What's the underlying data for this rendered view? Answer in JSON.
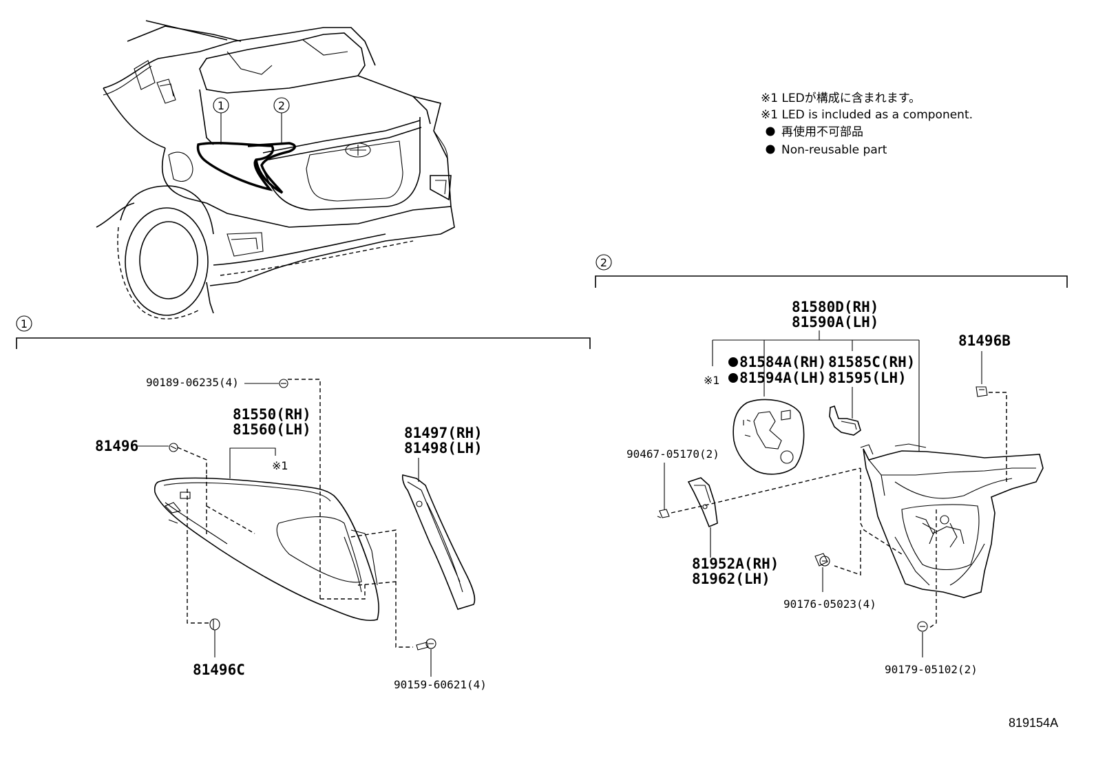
{
  "notes": {
    "led_ja": "※1 LEDが構成に含まれます。",
    "led_en": "※1 LED is included as a component.",
    "nonreuse_ja": "再使用不可部品",
    "nonreuse_en": "Non-reusable part",
    "marker": "※1"
  },
  "callouts": {
    "one": "1",
    "two": "2"
  },
  "group1": {
    "p90189": "90189-06235(4)",
    "p81550": "81550(RH)",
    "p81560": "81560(LH)",
    "p81496": "81496",
    "p81497": "81497(RH)",
    "p81498": "81498(LH)",
    "p81496C": "81496C",
    "p90159": "90159-60621(4)"
  },
  "group2": {
    "p81580D": "81580D(RH)",
    "p81590A": "81590A(LH)",
    "p81584A": "81584A(RH)",
    "p81594A": "81594A(LH)",
    "p81585C": "81585C(RH)",
    "p81595": "81595(LH)",
    "p81496B": "81496B",
    "p90467": "90467-05170(2)",
    "p81952A": "81952A(RH)",
    "p81962": "81962(LH)",
    "p90176": "90176-05023(4)",
    "p90179": "90179-05102(2)"
  },
  "drawing_code": "819154A"
}
